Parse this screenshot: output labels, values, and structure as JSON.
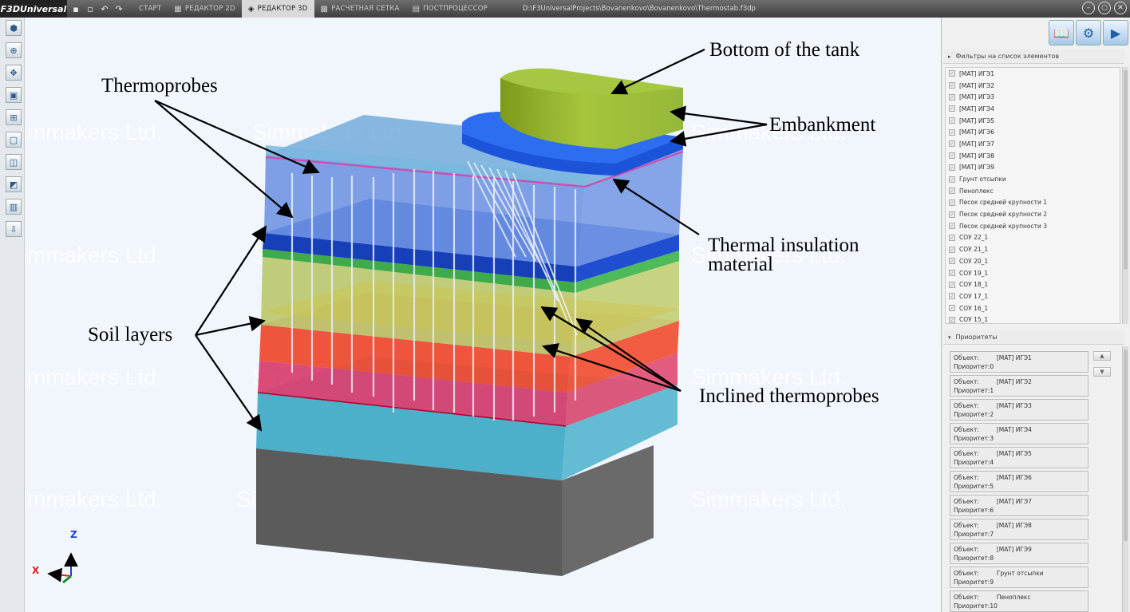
{
  "titlebar": {
    "logo": "F3DUniversal",
    "tabs": [
      {
        "label": "СТАРТ",
        "icon": "",
        "active": false
      },
      {
        "label": "РЕДАКТОР 2D",
        "icon": "▦",
        "active": false
      },
      {
        "label": "РЕДАКТОР 3D",
        "icon": "◈",
        "active": true
      },
      {
        "label": "РАСЧЕТНАЯ СЕТКА",
        "icon": "▩",
        "active": false
      },
      {
        "label": "ПОСТПРОЦЕССОР",
        "icon": "▤",
        "active": false
      }
    ],
    "file_path": "D:\\F3UniversalProjects\\Bovanenkovo\\Bovanenkovo\\Thermostab.f3dp"
  },
  "viewport": {
    "watermark": "Simmakers Ltd.",
    "axes": {
      "z": "Z",
      "x": "X"
    },
    "labels": {
      "bottom_of_tank": "Bottom of the tank",
      "thermoprobes": "Thermoprobes",
      "embankment": "Embankment",
      "thermal_insulation_line1": "Thermal insulation",
      "thermal_insulation_line2": "material",
      "soil_layers": "Soil layers",
      "inclined_thermoprobes": "Inclined thermoprobes"
    }
  },
  "right_panel": {
    "filters_header": "Фильтры на список элементов",
    "filter_items": [
      "[MAT] ИГЭ1",
      "[MAT] ИГЭ2",
      "[MAT] ИГЭ3",
      "[MAT] ИГЭ4",
      "[MAT] ИГЭ5",
      "[MAT] ИГЭ6",
      "[MAT] ИГЭ7",
      "[MAT] ИГЭ8",
      "[MAT] ИГЭ9",
      "Грунт отсыпки",
      "Пеноплекс",
      "Песок средней крупности 1",
      "Песок средней крупности 2",
      "Песок средней крупности 3",
      "СОУ 22_1",
      "СОУ 21_1",
      "СОУ 20_1",
      "СОУ 19_1",
      "СОУ 18_1",
      "СОУ 17_1",
      "СОУ 16_1",
      "СОУ 15_1"
    ],
    "priorities_header": "Приоритеты",
    "object_label": "Объект:",
    "priority_label": "Приоритет:",
    "priority_items": [
      {
        "object": "[MAT] ИГЭ1",
        "priority": "0"
      },
      {
        "object": "[MAT] ИГЭ2",
        "priority": "1"
      },
      {
        "object": "[MAT] ИГЭ3",
        "priority": "2"
      },
      {
        "object": "[MAT] ИГЭ4",
        "priority": "3"
      },
      {
        "object": "[MAT] ИГЭ5",
        "priority": "4"
      },
      {
        "object": "[MAT] ИГЭ6",
        "priority": "5"
      },
      {
        "object": "[MAT] ИГЭ7",
        "priority": "6"
      },
      {
        "object": "[MAT] ИГЭ8",
        "priority": "7"
      },
      {
        "object": "[MAT] ИГЭ9",
        "priority": "8"
      },
      {
        "object": "Грунт отсыпки",
        "priority": "9"
      },
      {
        "object": "Пеноплекс",
        "priority": "10"
      }
    ]
  }
}
